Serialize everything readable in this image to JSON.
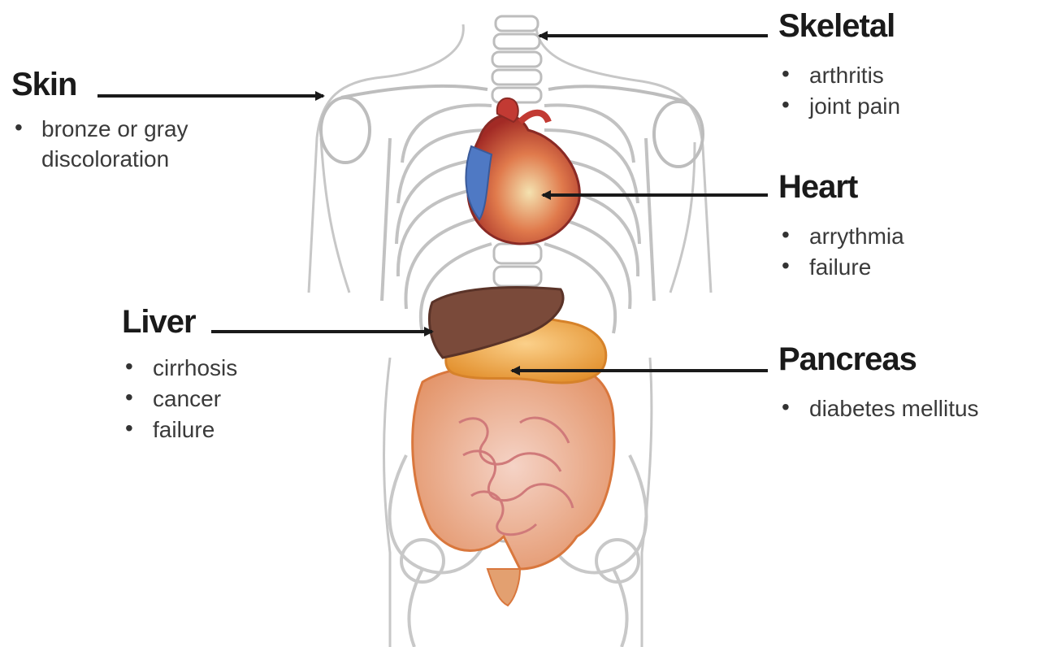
{
  "labels": {
    "skin": {
      "title": "Skin",
      "items": [
        "bronze or gray"
      ],
      "continuation": "discoloration"
    },
    "skeletal": {
      "title": "Skeletal",
      "items": [
        "arthritis",
        "joint pain"
      ]
    },
    "heart": {
      "title": "Heart",
      "items": [
        "arrythmia",
        "failure"
      ]
    },
    "liver": {
      "title": "Liver",
      "items": [
        "cirrhosis",
        "cancer",
        "failure"
      ]
    },
    "pancreas": {
      "title": "Pancreas",
      "items": [
        "diabetes mellitus"
      ]
    }
  },
  "colors": {
    "skeleton_stroke": "#bdbdbd",
    "heart_red": "#b8322c",
    "heart_blue": "#4f79c4",
    "liver_brown": "#7a4a3a",
    "pancreas_orange": "#e9962f",
    "intestine_pink": "#e3a58e",
    "arrow": "#1a1a1a"
  }
}
